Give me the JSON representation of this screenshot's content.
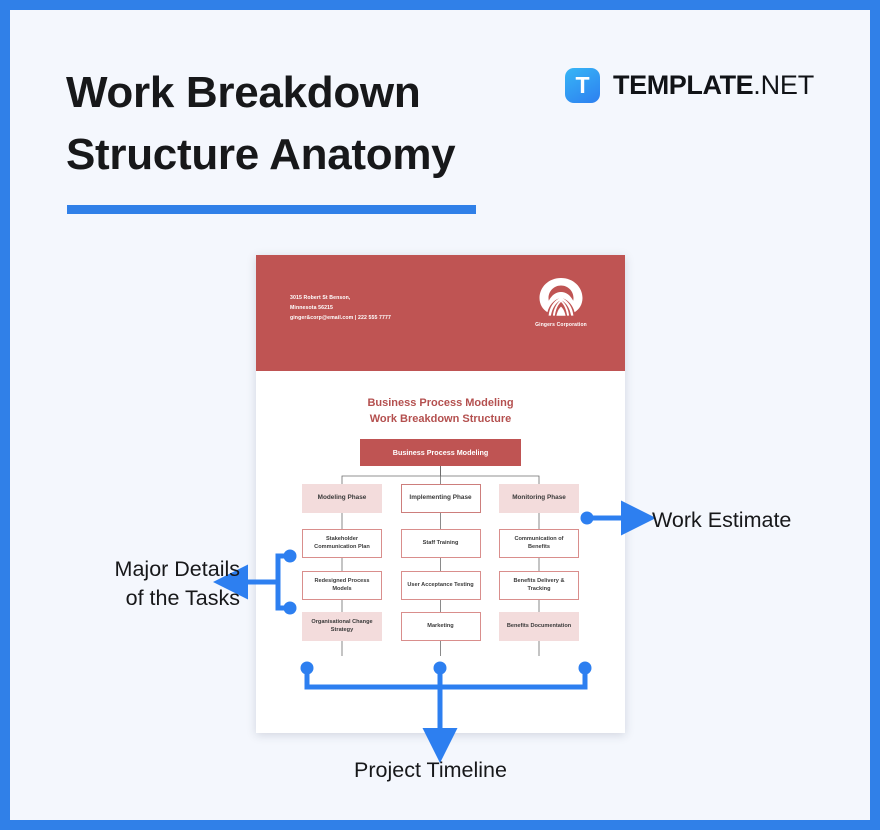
{
  "page": {
    "border_color": "#3080e8",
    "background_color": "#f4f7fd"
  },
  "header": {
    "title_line1": "Work Breakdown",
    "title_line2": "Structure Anatomy",
    "underline_color": "#3080e8"
  },
  "brand": {
    "mark_letter": "T",
    "name_strong": "TEMPLATE",
    "name_light": ".NET",
    "mark_color": "#2d7ff0"
  },
  "document": {
    "header_color": "#bf5453",
    "address": [
      "3015 Robert St Benson,",
      "Minnesota 56215",
      "ginger&corp@email.com | 222 555 7777"
    ],
    "company_name": "Gingers Corporation",
    "company_logo_icon": "tree-fountain-icon",
    "chart_title_line1": "Business Process Modeling",
    "chart_title_line2": "Work Breakdown Structure"
  },
  "chart_data": {
    "type": "diagram",
    "title": "Business Process Modeling Work Breakdown Structure",
    "root": "Business Process Modeling",
    "branches": [
      {
        "phase": "Modeling Phase",
        "style": "filled",
        "tasks": [
          {
            "label": "Stakeholder Communication Plan",
            "style": "outlined"
          },
          {
            "label": "Redesigned Process Models",
            "style": "outlined"
          },
          {
            "label": "Organisational Change Strategy",
            "style": "filled"
          }
        ]
      },
      {
        "phase": "Implementing Phase",
        "style": "outlined",
        "tasks": [
          {
            "label": "Staff Training",
            "style": "outlined"
          },
          {
            "label": "User Acceptance Testing",
            "style": "outlined"
          },
          {
            "label": "Marketing",
            "style": "outlined"
          }
        ]
      },
      {
        "phase": "Monitoring Phase",
        "style": "filled",
        "tasks": [
          {
            "label": "Communication of Benefits",
            "style": "outlined"
          },
          {
            "label": "Benefits Delivery & Tracking",
            "style": "outlined"
          },
          {
            "label": "Benefits Documentation",
            "style": "filled"
          }
        ]
      }
    ],
    "node_fill_color": "#f3dcdc",
    "node_border_color": "#d98e8c",
    "root_color": "#bf5453"
  },
  "annotations": {
    "work_estimate": "Work Estimate",
    "major_details_line1": "Major Details",
    "major_details_line2": "of the Tasks",
    "project_timeline": "Project Timeline",
    "accent_color": "#2d7ff0"
  }
}
